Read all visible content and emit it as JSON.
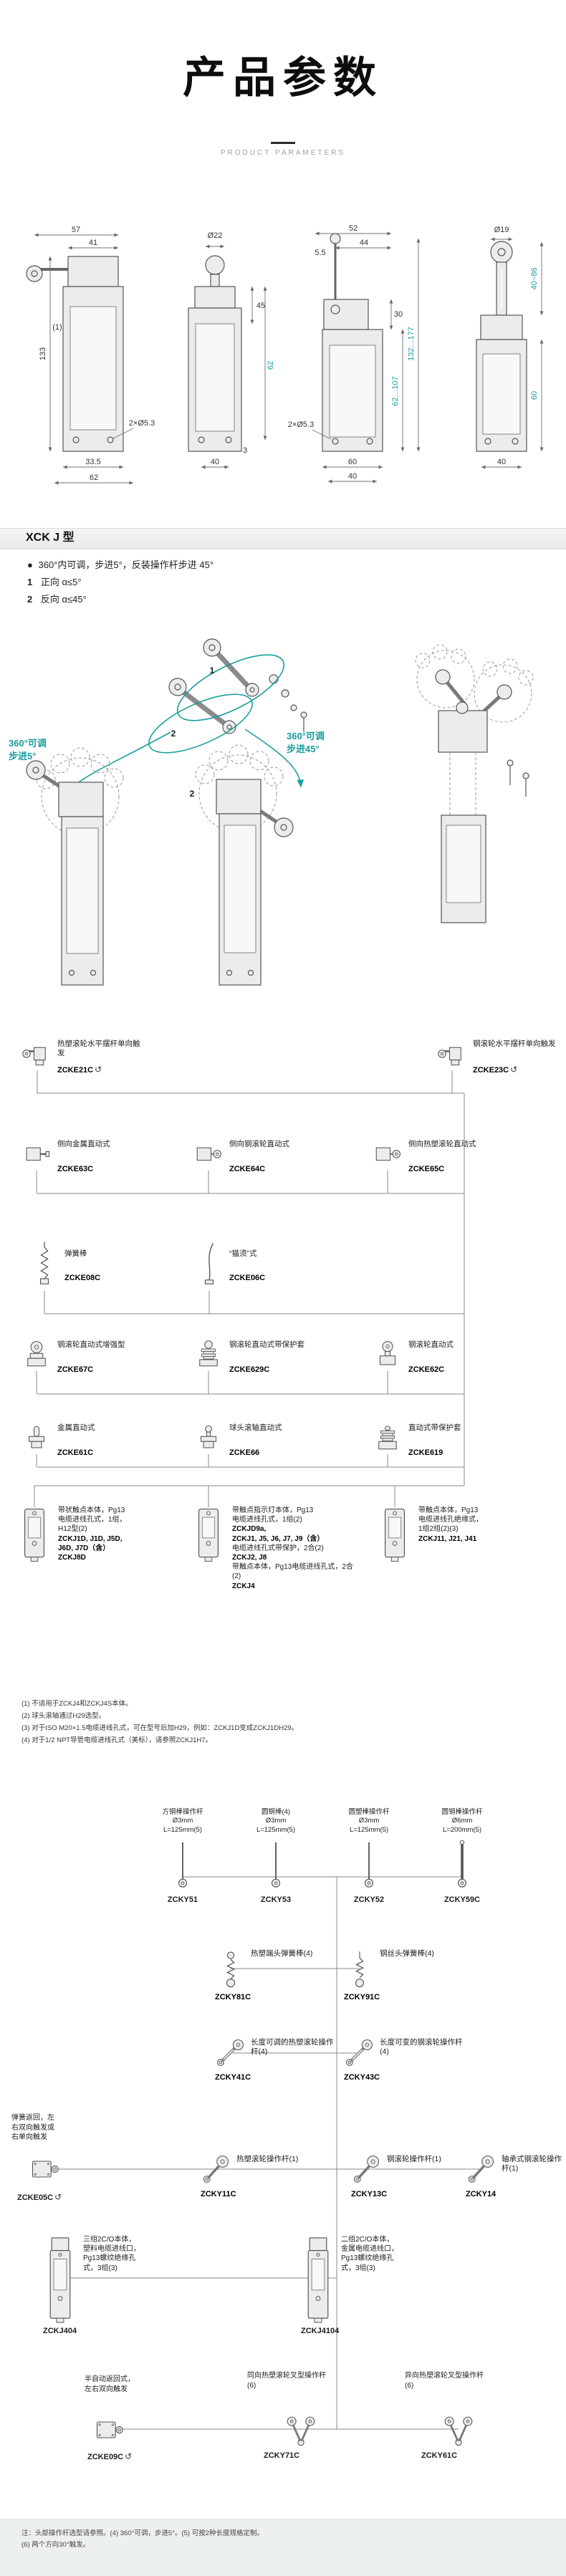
{
  "colors": {
    "accent": "#1a9e9e"
  },
  "icons": {
    "rotate": "↺",
    "bullet": "●"
  },
  "header": {
    "title": "产品参数",
    "subtitle": "PRODUCT PARAMETERS"
  },
  "drawings": {
    "d1": {
      "w1": "57",
      "w2": "41",
      "h": "133",
      "note": "(1)",
      "holes": "2×Ø5.3",
      "b1": "33.5",
      "b2": "62"
    },
    "d2": {
      "top": "Ø22",
      "r1": "45",
      "r2": "62",
      "b1": "40",
      "b2": "3"
    },
    "d3": {
      "t1": "52",
      "t2": "5.5",
      "t3": "44",
      "s1": "30",
      "r1": "132…177",
      "r2": "62…107",
      "holes": "2×Ø5.3",
      "b1": "60",
      "b2": "40"
    },
    "d4": {
      "top": "Ø19",
      "r1": "40~86",
      "r2": "60",
      "b1": "40"
    }
  },
  "section": {
    "heading": "XCK J 型",
    "bullet": "360°内可调，步进5°，反装操作杆步进 45°",
    "sub1_num": "1",
    "sub1": "正向 α≤5°",
    "sub2_num": "2",
    "sub2": "反向 α≤45°"
  },
  "exploded": {
    "left1": "360°可调",
    "left2": "步进5°",
    "right1": "360°可调",
    "right2": "步进45°",
    "m1": "1",
    "m2": "2"
  },
  "tree1": {
    "e21": {
      "label": "热塑滚轮水平摆杆单向触发",
      "code": "ZCKE21C"
    },
    "e23": {
      "label": "钢滚轮水平摆杆单向触发",
      "code": "ZCKE23C"
    },
    "e63": {
      "label": "侧向金属直动式",
      "code": "ZCKE63C"
    },
    "e64": {
      "label": "侧向钢滚轮直动式",
      "code": "ZCKE64C"
    },
    "e65": {
      "label": "侧向热塑滚轮直动式",
      "code": "ZCKE65C"
    },
    "e08": {
      "label": "弹簧棒",
      "code": "ZCKE08C"
    },
    "e06": {
      "label": "“猫须”式",
      "code": "ZCKE06C"
    },
    "e67": {
      "label": "钢滚轮直动式增强型",
      "code": "ZCKE67C"
    },
    "e629": {
      "label": "钢滚轮直动式带保护套",
      "code": "ZCKE629C"
    },
    "e62": {
      "label": "钢滚轮直动式",
      "code": "ZCKE62C"
    },
    "e61": {
      "label": "金属直动式",
      "code": "ZCKE61C"
    },
    "e66": {
      "label": "球头滚轴直动式",
      "code": "ZCKE66"
    },
    "e619": {
      "label": "直动式带保护套",
      "code": "ZCKE619"
    },
    "body1": {
      "l1": "带状触点本体，Pg13",
      "l2": "电缆进线孔式，1组，",
      "l3": "H12型(2)",
      "c1": "ZCKJ1D, J1D, J5D,",
      "c2": "J6D, J7D（含）",
      "c3": "ZCKJ8D"
    },
    "body2": {
      "l1": "带触点指示灯本体，Pg13",
      "l2": "电缆进线孔式，1组(2)",
      "c1": "ZCKJD9a,",
      "c2": "ZCKJ1, J5, J6, J7, J9（含）",
      "l3": "电缆进线孔式带保护，2合(2)",
      "c3": "ZCKJ2, J8",
      "l4": "带触点本体，Pg13电缆进线孔式，2合(2)",
      "c4": "ZCKJ4"
    },
    "body3": {
      "l1": "带触点本体，Pg13",
      "l2": "电缆进线孔绝缘式，",
      "l3": "1组2组(2)(3)",
      "c1": "ZCKJ11, J21, J41"
    },
    "notes": [
      "(1) 不适用于ZCKJ4和ZCKJ4S本体。",
      "(2) 球头滚轴通过H29选型。",
      "(3) 对于ISO M20×1.5电缆进线孔式，可在型号后加H29，例如：ZCKJ1D变成ZCKJ1DH29。",
      "(4) 对于1/2 NPT导管电缆进线孔式（美标），请参照ZCKJ1H7。"
    ]
  },
  "tree2": {
    "y51": {
      "l1": "方钢棒操作杆",
      "l2": "Ø3mm",
      "l3": "L=125mm(5)",
      "code": "ZCKY51"
    },
    "y53": {
      "l1": "圆钢棒(4)",
      "l2": "Ø3mm",
      "l3": "L=125mm(5)",
      "code": "ZCKY53"
    },
    "y52": {
      "l1": "圆塑棒操作杆",
      "l2": "Ø3mm",
      "l3": "L=125mm(5)",
      "code": "ZCKY52"
    },
    "y59": {
      "l1": "圆钢棒操作杆",
      "l2": "Ø6mm",
      "l3": "L=200mm(5)",
      "code": "ZCKY59C"
    },
    "y81": {
      "label": "热塑端头弹簧棒(4)",
      "code": "ZCKY81C"
    },
    "y91": {
      "label": "钢丝头弹簧棒(4)",
      "code": "ZCKY91C"
    },
    "y41": {
      "label": "长度可调的热塑滚轮操作杆(4)",
      "code": "ZCKY41C"
    },
    "y43": {
      "label": "长度可变的钢滚轮操作杆(4)",
      "code": "ZCKY43C"
    },
    "e05": {
      "l1": "弹簧返回，左",
      "l2": "右双向触发或",
      "l3": "右单向触发",
      "code": "ZCKE05C"
    },
    "y11": {
      "label": "热塑滚轮操作杆(1)",
      "code": "ZCKY11C"
    },
    "y13": {
      "label": "钢滚轮操作杆(1)",
      "code": "ZCKY13C"
    },
    "y14": {
      "label": "轴承式钢滚轮操作杆(1)",
      "code": "ZCKY14"
    },
    "j404": {
      "l1": "三组2C/O本体，",
      "l2": "塑料电缆进线口，",
      "l3": "Pg13螺纹绝缘孔",
      "l4": "式，3组(3)",
      "code": "ZCKJ404"
    },
    "j4104": {
      "l1": "二组2C/O本体，",
      "l2": "金属电缆进线口，",
      "l3": "Pg13螺纹绝缘孔",
      "l4": "式，3组(3)",
      "code": "ZCKJ4104"
    },
    "e09": {
      "l1": "半自动返回式，",
      "l2": "左右双向触发",
      "code": "ZCKE09C"
    },
    "y71": {
      "label": "同向热塑滚轮叉型操作杆(6)",
      "code": "ZCKY71C"
    },
    "y61": {
      "label": "异向热塑滚轮叉型操作杆(6)",
      "code": "ZCKY61C"
    },
    "notes": [
      "注：头部操作杆选型请参照。(4) 360°可调，步进5°。(5) 可按2种长度规格定制。",
      "(6) 两个方向30°触发。"
    ]
  }
}
